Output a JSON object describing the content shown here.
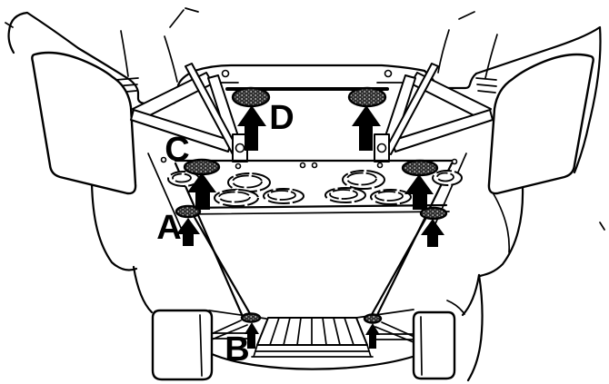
{
  "figure": {
    "kind": "vehicle-underbody-jacking-points-diagram",
    "colors": {
      "ink": "#000000",
      "paper": "#ffffff",
      "pad_dark": "#2e2e2e"
    },
    "labels": {
      "A": "A",
      "B": "B",
      "C": "C",
      "D": "D"
    },
    "jack_point_count": 8
  }
}
